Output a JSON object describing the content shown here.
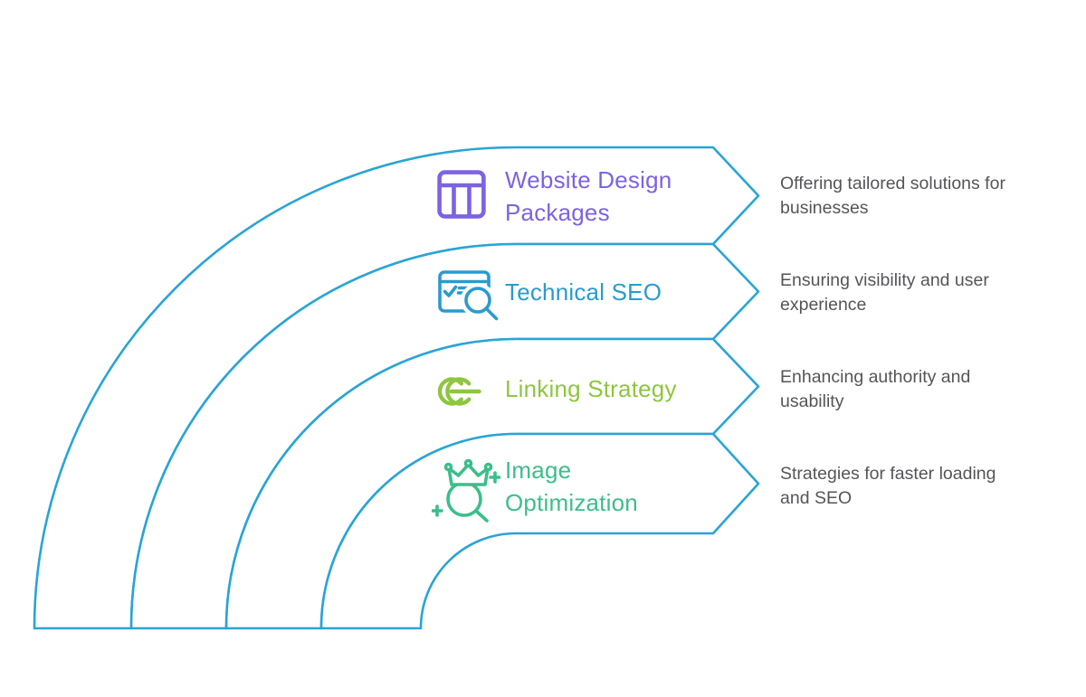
{
  "palette": {
    "arc": "#29A4D6",
    "purple": "#7C63E4",
    "blue": "#2A9BCF",
    "lime": "#8EC63F",
    "green": "#3CBE8A",
    "desc": "#545559",
    "bg": "#FFFFFF"
  },
  "items": [
    {
      "title": "Website Design\nPackages",
      "description": "Offering tailored solutions for\nbusinesses",
      "icon": "layout-columns-icon",
      "color": "#7C63E4"
    },
    {
      "title": "Technical SEO",
      "description": "Ensuring visibility and user\nexperience",
      "icon": "browser-audit-search-icon",
      "color": "#2A9BCF"
    },
    {
      "title": "Linking Strategy",
      "description": "Enhancing authority and\nusability",
      "icon": "chain-links-icon",
      "color": "#8EC63F"
    },
    {
      "title": "Image\nOptimization",
      "description": "Strategies for faster loading\nand SEO",
      "icon": "crown-magnifier-icon",
      "color": "#3CBE8A"
    }
  ]
}
